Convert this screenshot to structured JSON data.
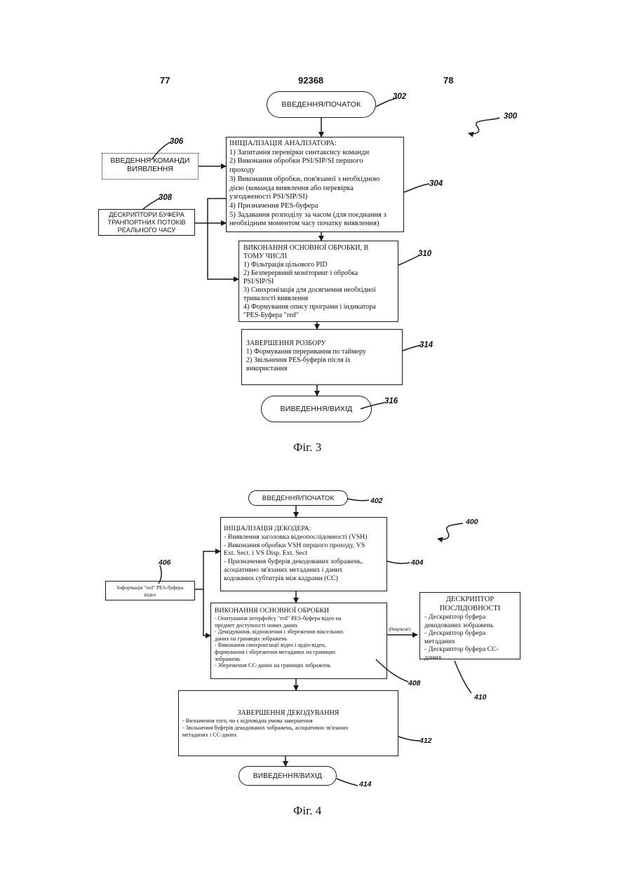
{
  "header": {
    "page_left": "77",
    "doc_number": "92368",
    "page_right": "78"
  },
  "fig3": {
    "start": "ВВЕДЕННЯ/ПОЧАТОК",
    "ref_start": "302",
    "ref_process": "300",
    "cmd_input": [
      "ВВЕДЕННЯ КОМАНДИ",
      "ВИЯВЛЕННЯ"
    ],
    "ref_cmd_input": "306",
    "descriptors": [
      "ДЕСКРИПТОРИ БУФЕРА",
      "ТРАНПОРТНИХ ПОТОКІВ",
      "РЕАЛЬНОГО ЧАСУ"
    ],
    "ref_descriptors": "308",
    "init": {
      "title": "ІНІЦІАЛІЗАЦІЯ АНАЛІЗАТОРА:",
      "lines": [
        "1) Запитання перевірки синтаксису команди",
        "2) Виконання обробки PSI/SIP/SI першого",
        "проходу",
        "3) Виконання обробки, пов'язаної з необхідною",
        "дією (команда виявлення або перевірка",
        "узгодженості PSI/SIP/SI)",
        "4) Призначення PES-буфера",
        "5) Задавання розподілу за часом (для поєднання з",
        "необхідним моментом часу початку виявлення)"
      ]
    },
    "ref_init": "304",
    "main": {
      "title": "ВИКОНАННЯ ОСНОВНОЇ ОБРОБКИ, В",
      "title2": "ТОМУ ЧИСЛІ",
      "lines": [
        "1) Фільтрація цільового PID",
        "2) Безперервний моніторинг і обробка",
        "PSI/SIP/SI",
        "3) Синхронізація для досягнення необхідної",
        "тривалості виявлення",
        "4) Формування опису програми і індикатора",
        "\"PES-Буфера \"red\""
      ]
    },
    "ref_main": "310",
    "finish": {
      "title": "ЗАВЕРШЕННЯ РОЗБОРУ",
      "lines": [
        "1) Формування переривання по таймеру",
        "2) Звільнення PES-буферів після їх",
        "використання"
      ]
    },
    "ref_finish": "314",
    "end": "ВИВЕДЕННЯ/ВИХІД",
    "ref_end": "316",
    "caption": "Фіг. 3"
  },
  "fig4": {
    "start": "ВВЕДЕННЯ/ПОЧАТОК",
    "ref_start": "402",
    "ref_process": "400",
    "init": {
      "title": "ІНІЦІАЛІЗАЦІЯ ДЕКОДЕРА:",
      "lines": [
        "- Виявлення заголовка відеопослідовності (VSH)",
        "- Виконання обробки VSH першого проходу, VS",
        "Ext. Sect. і VS Disp. Ext. Sect",
        "- Призначення буферів декодованих зображень,",
        "асоціативно зв'язаних метаданих і даних",
        "кодованих субтитрів між кадрами (CC)"
      ]
    },
    "ref_init": "404",
    "info": [
      "Інформація \"red\" PES-буфера",
      "відео"
    ],
    "ref_info": "406",
    "main": {
      "title": "ВИКОНАННЯ ОСНОВНОЇ ОБРОБКИ",
      "lines": [
        "- Опитування інтерфейсу \"red\" PES-буфера відео на",
        "предмет доступності нових даних",
        "- Декодування, відновлення і збереження піксельних",
        "даних на границях зображень",
        "- Виконання синхронізації відео і аудіо-відео,",
        "формування і збереження метаданих на границях",
        "зображень",
        "- Збереження СС-даних на границях зображень"
      ]
    },
    "ref_main": "408",
    "result_label": "(Результат)",
    "descriptor": {
      "title1": "ДЕСКРИПТОР",
      "title2": "ПОСЛІДОВНОСТІ",
      "lines": [
        "- Дескриптор буфера",
        "декодованих зображень",
        "- Дескриптор буфера",
        "метаданих",
        "- Дескриптор буфера СС-",
        "даних"
      ]
    },
    "ref_descriptor": "410",
    "finish": {
      "title": "ЗАВЕРШЕННЯ ДЕКОДУВАННЯ",
      "lines": [
        "- Визначення того, чи є відповідна умова завершення",
        "- Звільнення буферів декодованих зображень, асоціативно зв'язаних",
        "метаданих і СС-даних"
      ]
    },
    "ref_finish": "412",
    "end": "ВИВЕДЕННЯ/ВИХІД",
    "ref_end": "414",
    "caption": "Фіг. 4"
  }
}
